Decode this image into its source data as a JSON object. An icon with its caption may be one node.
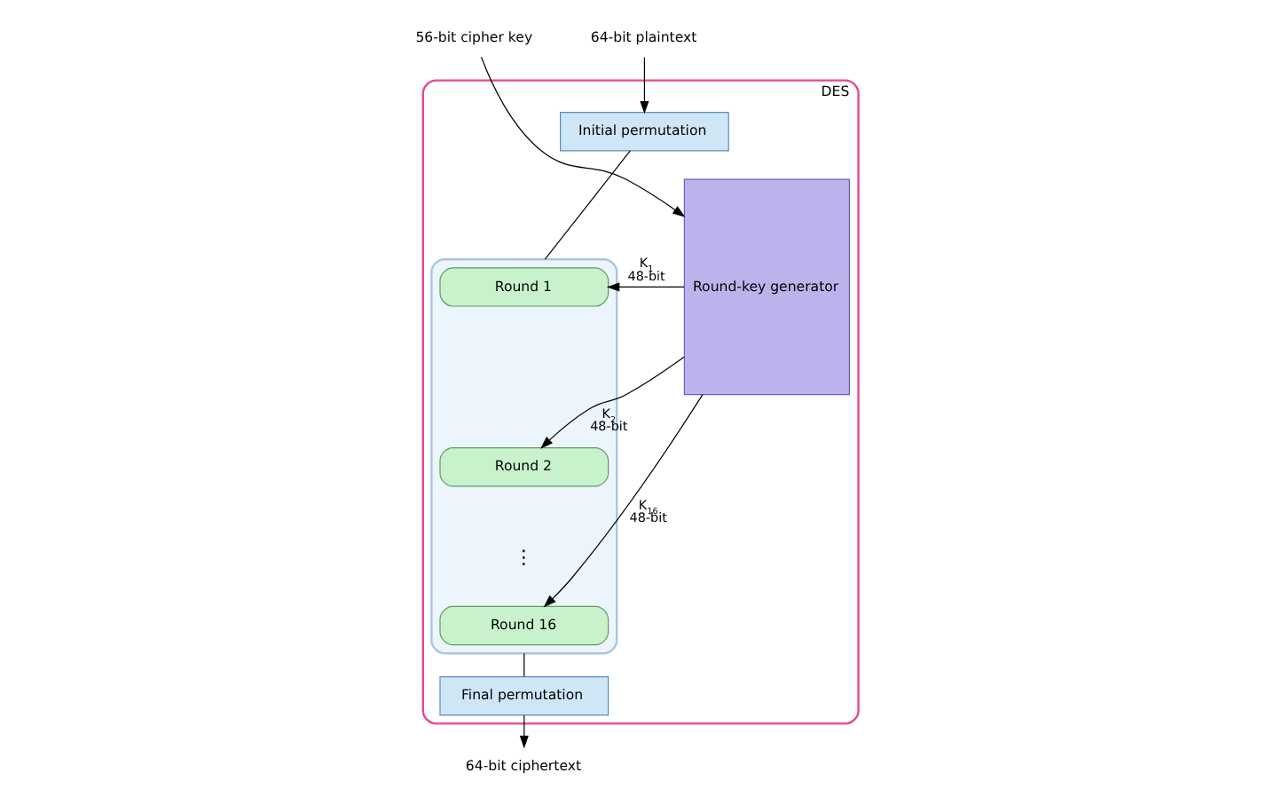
{
  "diagram": {
    "nodes": [
      {
        "text": [
          "DES"
        ]
      },
      {
        "text": [
          "Initial permutation"
        ],
        "in": 0
      },
      {
        "text": [],
        "shape": "box",
        "in": 0
      },
      {
        "text": [
          "Round 1"
        ],
        "in": 2
      },
      {
        "text": [
          "Round 2"
        ],
        "in": 2
      },
      {
        "text": [
          "Round 16"
        ],
        "in": 2
      },
      {
        "text": [
          "Final permutation"
        ],
        "in": 0
      },
      {
        "text": [
          "Round-key generator"
        ],
        "in": 0
      },
      {
        "text": [
          "64-bit plaintext"
        ]
      },
      {
        "text": [
          "64-bit ciphertext"
        ]
      },
      {
        "text": [
          "56-bit cipher key"
        ]
      }
    ],
    "edges": [
      {
        "from": 8,
        "to": 1,
        "arrow": "to"
      },
      {
        "from": 1,
        "to": 2,
        "arrow": "none"
      },
      {
        "from": 2,
        "to": 6,
        "arrow": "none"
      },
      {
        "from": 7,
        "to": 3,
        "arrow": "to",
        "label": "K$_{1}$ 48-bit"
      },
      {
        "from": 7,
        "to": 4,
        "arrow": "to",
        "label": "K$_{2}$ 48-bit"
      },
      {
        "from": 7,
        "to": 5,
        "arrow": "to",
        "label": "K$_{16}$ 48-bit"
      },
      {
        "from": 6,
        "to": 9,
        "arrow": "to"
      },
      {
        "from": 10,
        "to": 7,
        "arrow": "to"
      }
    ],
    "labels": [
      "⋮"
    ]
  }
}
